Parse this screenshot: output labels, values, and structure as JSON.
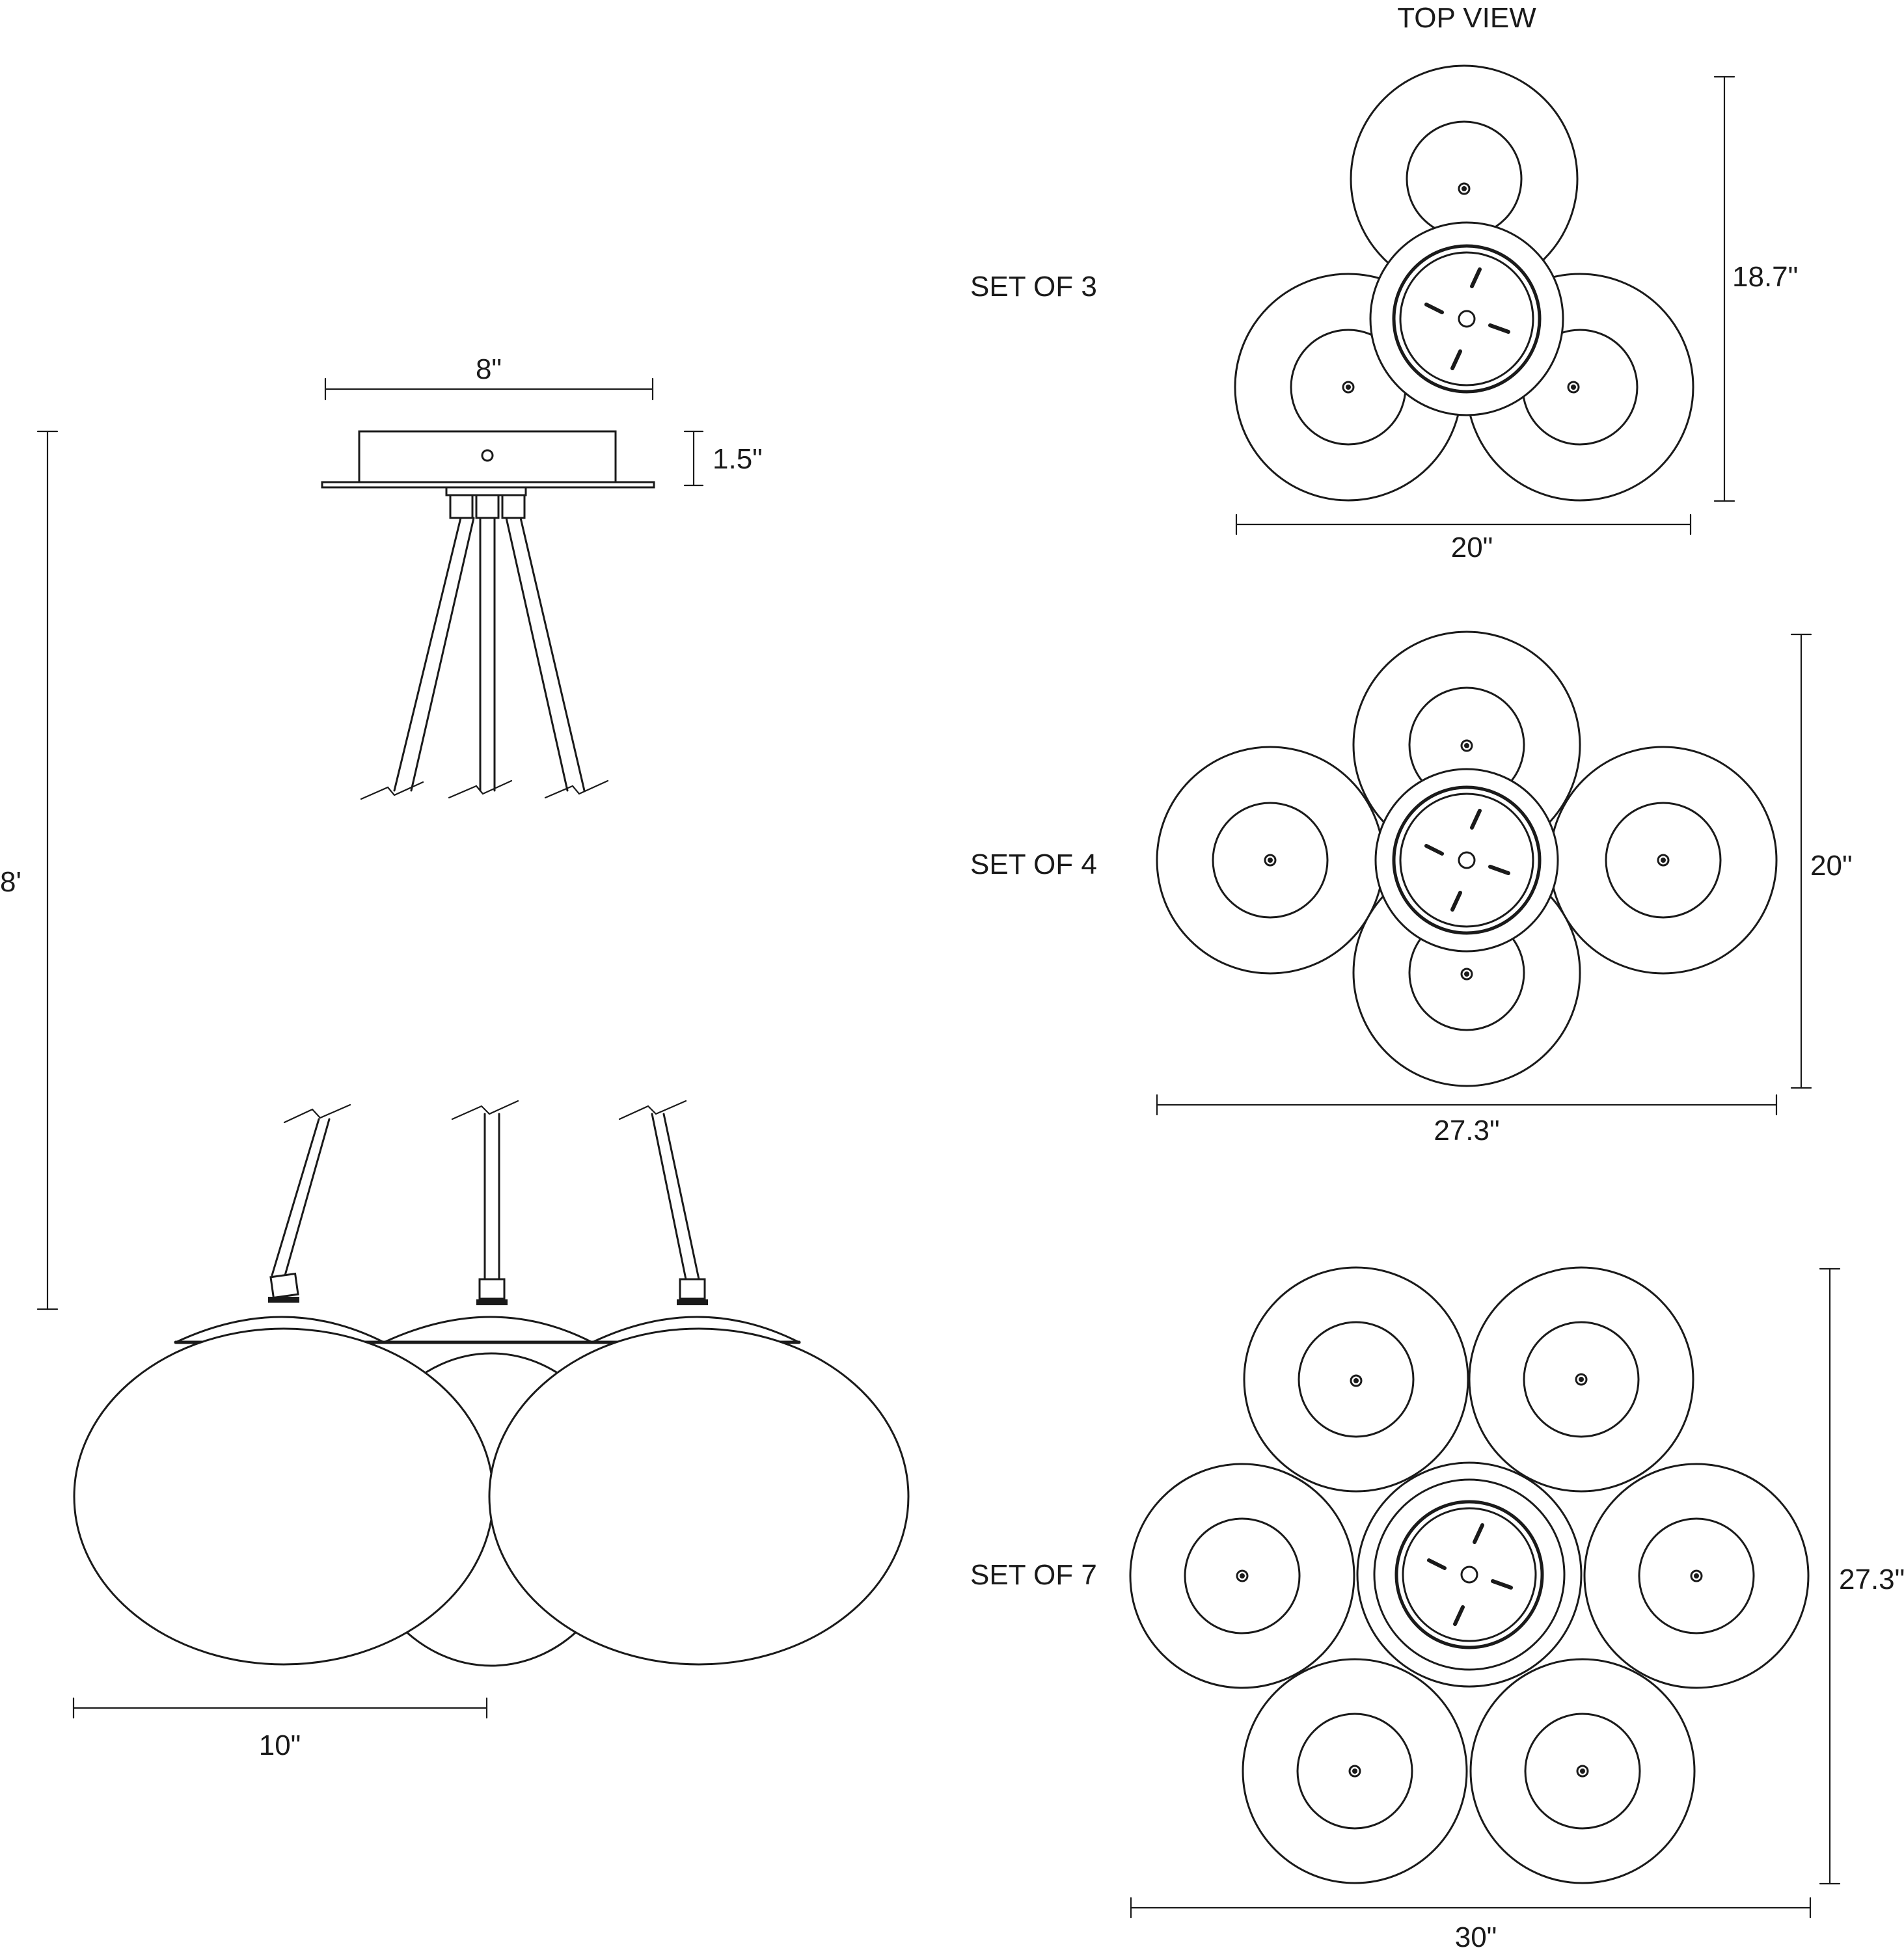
{
  "top_view_title": "TOP VIEW",
  "side_view": {
    "canopy_width": "8\"",
    "canopy_height": "1.5\"",
    "overall_drop": "8'",
    "globe_diameter": "10\""
  },
  "top_views": {
    "set_of_3": {
      "label": "SET OF 3",
      "width": "20\"",
      "height": "18.7\""
    },
    "set_of_4": {
      "label": "SET OF 4",
      "width": "27.3\"",
      "height": "20\""
    },
    "set_of_7": {
      "label": "SET OF 7",
      "width": "30\"",
      "height": "27.3\""
    }
  },
  "colors": {
    "line": "#1a1a1a",
    "background": "#ffffff"
  }
}
